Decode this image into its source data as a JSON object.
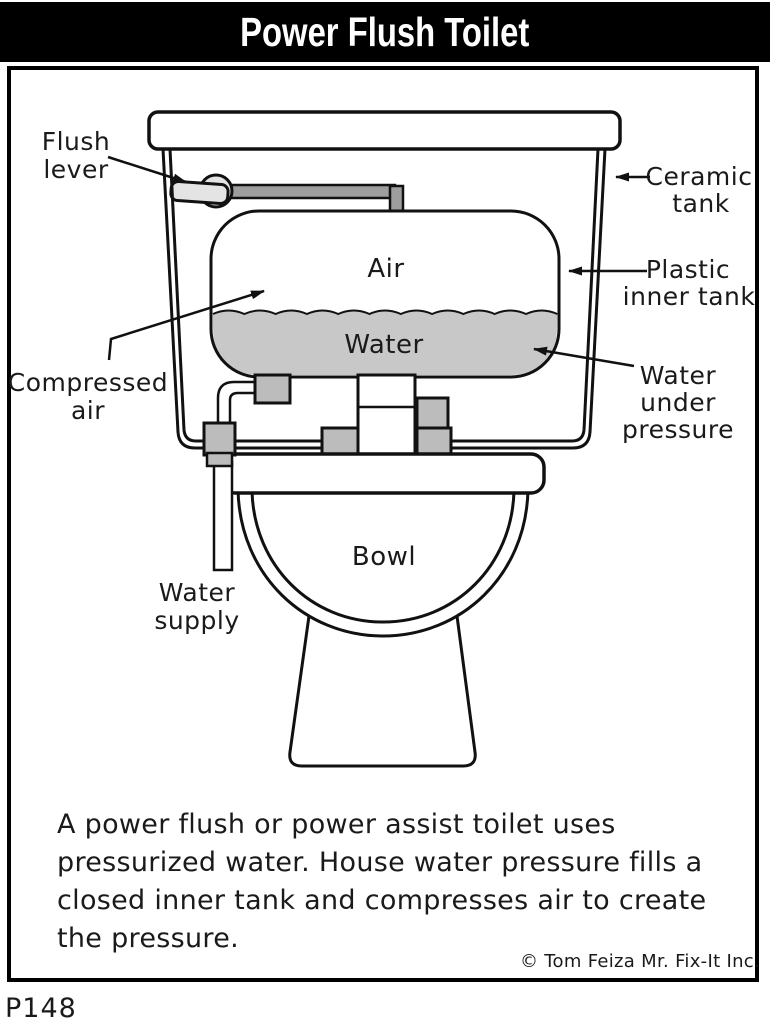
{
  "title": "Power Flush Toilet",
  "figure": {
    "labels": {
      "flush_lever": [
        "Flush",
        "lever"
      ],
      "ceramic_tank": [
        "Ceramic",
        "tank"
      ],
      "plastic_inner_tank": [
        "Plastic",
        "inner tank"
      ],
      "compressed_air": [
        "Compressed",
        "air"
      ],
      "water_under_pressure": [
        "Water",
        "under",
        "pressure"
      ],
      "water_supply": [
        "Water",
        "supply"
      ],
      "air": "Air",
      "water": "Water",
      "bowl": "Bowl"
    },
    "caption_lines": [
      "A power flush or power assist toilet uses",
      "pressurized water. House water pressure fills a",
      "closed inner tank and compresses air to create",
      "the pressure."
    ],
    "credit": "© Tom Feiza Mr. Fix-It Inc.",
    "page_code": "P148",
    "colors": {
      "title_bg": "#000000",
      "title_fg": "#ffffff",
      "line": "#111111",
      "water_gray": "#c8c8c8",
      "rod_gray": "#9e9e9e",
      "fitting_gray": "#bcbcbc",
      "lever_gray": "#e4e4e4"
    }
  }
}
